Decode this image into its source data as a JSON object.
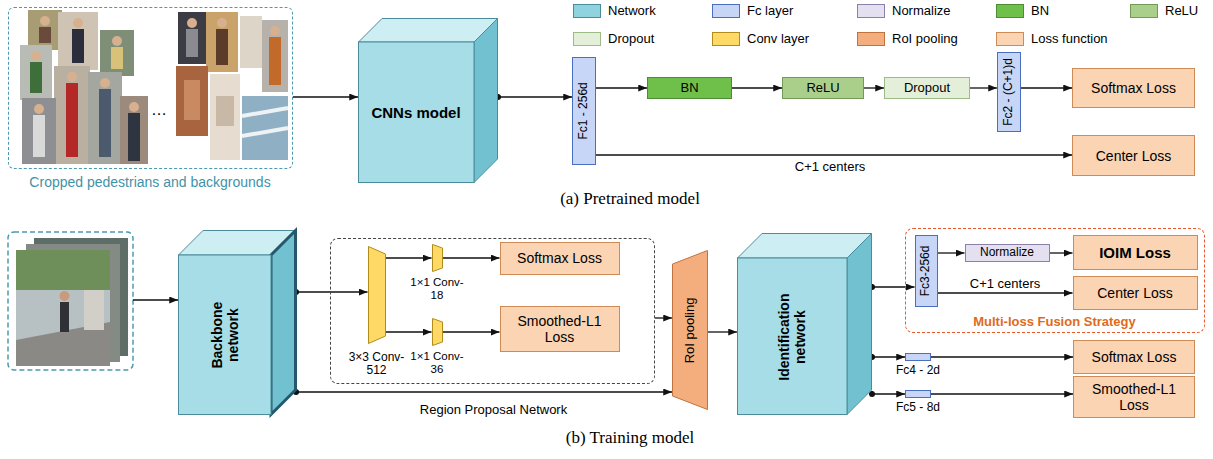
{
  "diagram": {
    "nodes": [
      {
        "text": [
          "…",
          "Cropped pedestrians and backgrounds"
        ]
      },
      {
        "text": [
          "CNNs model"
        ]
      },
      {
        "text": [
          "Fc1 - 256d"
        ]
      },
      {
        "text": [
          "BN"
        ]
      },
      {
        "text": [
          "ReLU"
        ]
      },
      {
        "text": [
          "Dropout"
        ]
      },
      {
        "text": [
          "Fc2 - (C+1)d"
        ]
      },
      {
        "text": [
          "Softmax Loss"
        ]
      },
      {
        "text": [
          "Center Loss"
        ]
      },
      {
        "text": [
          "Backbone network"
        ]
      },
      {
        "text": [
          "Region Proposal Network"
        ]
      },
      {
        "text": [
          "3×3 Conv-512"
        ],
        "in": 10
      },
      {
        "text": [
          "1×1 Conv-18"
        ],
        "in": 10
      },
      {
        "text": [
          "1×1 Conv-36"
        ],
        "in": 10
      },
      {
        "text": [
          "Softmax Loss"
        ],
        "in": 10
      },
      {
        "text": [
          "Smoothed-L1 Loss"
        ],
        "in": 10
      },
      {
        "text": [
          "RoI pooling"
        ]
      },
      {
        "text": [
          "Identification network"
        ]
      },
      {
        "text": [
          "Multi-loss Fusion Strategy"
        ]
      },
      {
        "text": [
          "Fc3-256d"
        ],
        "in": 18
      },
      {
        "text": [
          "Normalize"
        ],
        "in": 18
      },
      {
        "text": [
          "IOIM Loss"
        ],
        "in": 18
      },
      {
        "text": [
          "Center Loss"
        ],
        "in": 18
      },
      {
        "text": [
          "Fc4 - 2d"
        ]
      },
      {
        "text": [
          "Fc5 - 8d"
        ]
      },
      {
        "text": [
          "Softmax Loss"
        ]
      },
      {
        "text": [
          "Smoothed-L1 Loss"
        ]
      }
    ],
    "edges": [
      {
        "from": 0,
        "to": 1,
        "arrow": "to"
      },
      {
        "from": 1,
        "to": 2,
        "arrow": "to"
      },
      {
        "from": 2,
        "to": 3,
        "arrow": "to"
      },
      {
        "from": 3,
        "to": 4,
        "arrow": "to"
      },
      {
        "from": 4,
        "to": 5,
        "arrow": "to"
      },
      {
        "from": 5,
        "to": 6,
        "arrow": "to"
      },
      {
        "from": 6,
        "to": 7,
        "arrow": "to"
      },
      {
        "from": 2,
        "to": 8,
        "arrow": "to",
        "label": "C+1 centers"
      },
      {
        "from": 9,
        "to": 11,
        "arrow": "to"
      },
      {
        "from": 11,
        "to": 12,
        "arrow": "to"
      },
      {
        "from": 11,
        "to": 13,
        "arrow": "to"
      },
      {
        "from": 12,
        "to": 14,
        "arrow": "to"
      },
      {
        "from": 13,
        "to": 15,
        "arrow": "to"
      },
      {
        "from": 10,
        "to": 16,
        "arrow": "to"
      },
      {
        "from": 9,
        "to": 16,
        "arrow": "to"
      },
      {
        "from": 16,
        "to": 17,
        "arrow": "to"
      },
      {
        "from": 17,
        "to": 19,
        "arrow": "to"
      },
      {
        "from": 19,
        "to": 20,
        "arrow": "to"
      },
      {
        "from": 20,
        "to": 21,
        "arrow": "to"
      },
      {
        "from": 19,
        "to": 22,
        "arrow": "to",
        "label": "C+1 centers"
      },
      {
        "from": 17,
        "to": 23,
        "arrow": "to"
      },
      {
        "from": 23,
        "to": 25,
        "arrow": "to"
      },
      {
        "from": 17,
        "to": 24,
        "arrow": "to"
      },
      {
        "from": 24,
        "to": 26,
        "arrow": "to"
      }
    ],
    "labels": [
      "(a) Pretrained model",
      "(b) Training model"
    ],
    "legend": [
      {
        "text": "Network",
        "color": "#8fd3df"
      },
      {
        "text": "Fc layer",
        "color": "#c7d6f7"
      },
      {
        "text": "Normalize",
        "color": "#e5e0ef"
      },
      {
        "text": "BN",
        "color": "#6fbf4b"
      },
      {
        "text": "ReLU",
        "color": "#a9cf8b"
      },
      {
        "text": "Dropout",
        "color": "#e3efd9"
      },
      {
        "text": "Conv layer",
        "color": "#ffd966"
      },
      {
        "text": "RoI pooling",
        "color": "#f4ae7e"
      },
      {
        "text": "Loss function",
        "color": "#fbd4b4"
      }
    ]
  }
}
